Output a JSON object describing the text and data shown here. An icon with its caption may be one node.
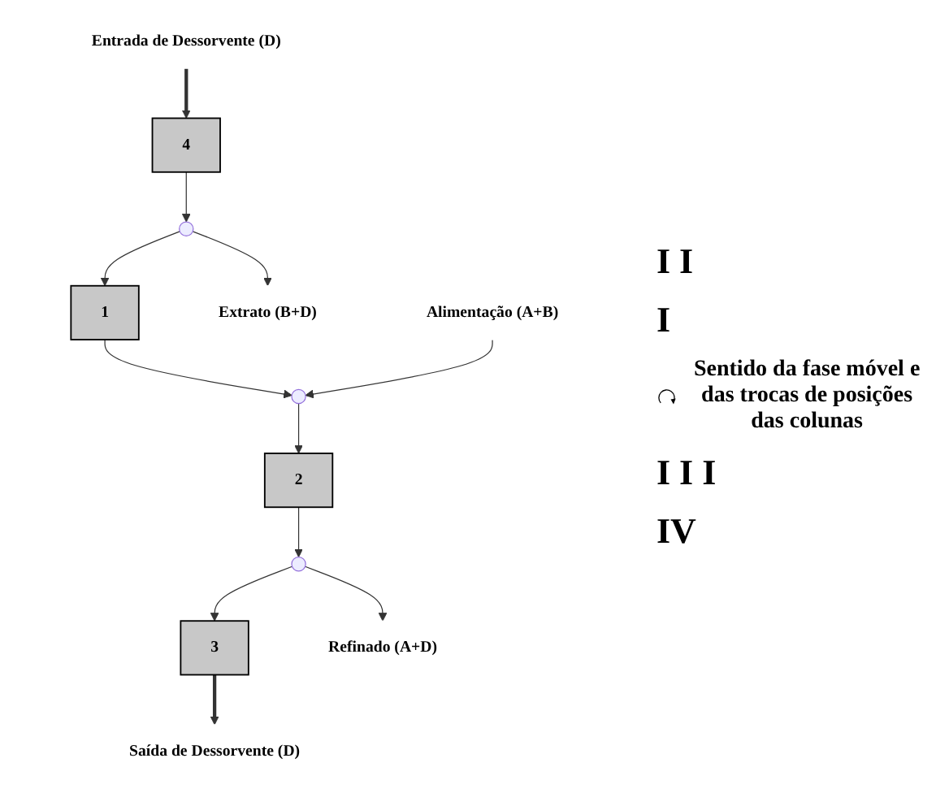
{
  "diagram": {
    "nodes": [
      {
        "text": [
          "1"
        ]
      },
      {
        "text": [
          "2"
        ]
      },
      {
        "text": [
          "3"
        ]
      },
      {
        "text": [
          "4"
        ]
      },
      {
        "text": [],
        "shape": "circle"
      },
      {
        "text": [],
        "shape": "circle"
      },
      {
        "text": [],
        "shape": "circle"
      },
      {
        "text": [
          "Extrato (B+D)"
        ]
      },
      {
        "text": [
          "Alimentação (A+B)"
        ]
      },
      {
        "text": [
          "Refinado (A+D)"
        ]
      },
      {
        "text": [
          "Entrada de Dessorvente (D)"
        ]
      },
      {
        "text": [
          "Saída de Dessorvente (D)"
        ]
      }
    ],
    "edges": [
      {
        "from": 3,
        "to": 4,
        "arrow": "to"
      },
      {
        "from": 4,
        "to": 7,
        "arrow": "to"
      },
      {
        "from": 4,
        "to": 0,
        "arrow": "to"
      },
      {
        "from": 0,
        "to": 5,
        "arrow": "to"
      },
      {
        "from": 8,
        "to": 5,
        "arrow": "to"
      },
      {
        "from": 5,
        "to": 1,
        "arrow": "to"
      },
      {
        "from": 1,
        "to": 6,
        "arrow": "to"
      },
      {
        "from": 6,
        "to": 2,
        "arrow": "to"
      },
      {
        "from": 6,
        "to": 9,
        "arrow": "to"
      },
      {
        "from": 10,
        "to": 3,
        "arrow": "to",
        "style": "thick"
      },
      {
        "from": 2,
        "to": 11,
        "arrow": "to",
        "style": "thick"
      }
    ],
    "labels": [
      "I I",
      "I",
      "Sentido da fase móvel e das trocas de posições das colunas",
      "I I I",
      "IV"
    ]
  }
}
